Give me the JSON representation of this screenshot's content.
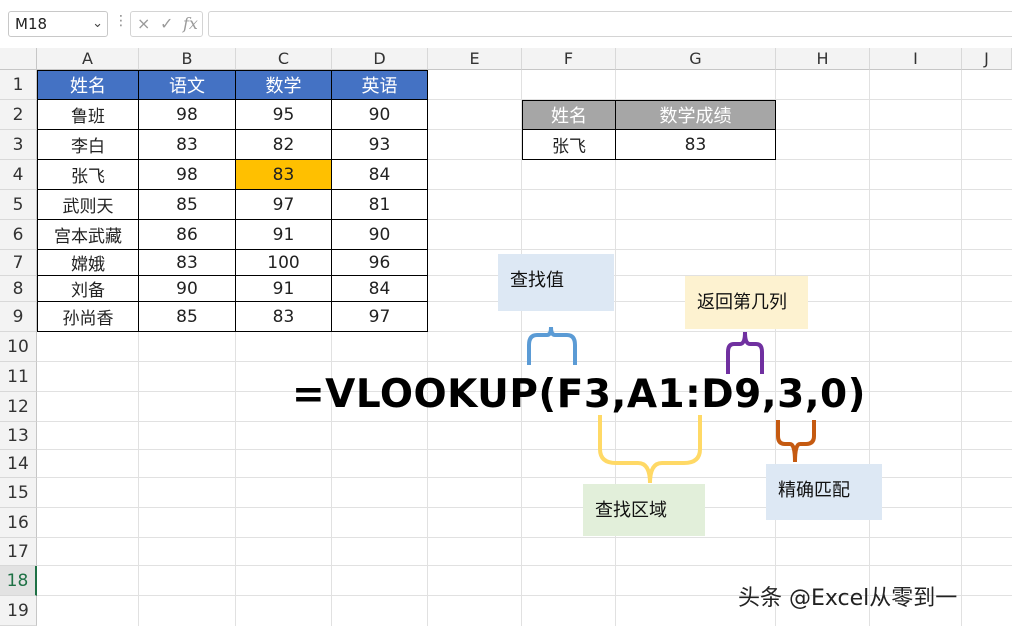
{
  "formula_bar": {
    "name_box": "M18",
    "formula_value": "",
    "cancel_icon": "×",
    "enter_icon": "✓",
    "fx_icon": "fx"
  },
  "columns": [
    "A",
    "B",
    "C",
    "D",
    "E",
    "F",
    "G",
    "H",
    "I",
    "J"
  ],
  "rows": [
    "1",
    "2",
    "3",
    "4",
    "5",
    "6",
    "7",
    "8",
    "9",
    "10",
    "11",
    "12",
    "13",
    "14",
    "15",
    "16",
    "17",
    "18",
    "19"
  ],
  "selected_row": "18",
  "table1": {
    "headers": [
      "姓名",
      "语文",
      "数学",
      "英语"
    ],
    "rows": [
      [
        "鲁班",
        "98",
        "95",
        "90"
      ],
      [
        "李白",
        "83",
        "82",
        "93"
      ],
      [
        "张飞",
        "98",
        "83",
        "84"
      ],
      [
        "武则天",
        "85",
        "97",
        "81"
      ],
      [
        "宫本武藏",
        "86",
        "91",
        "90"
      ],
      [
        "嫦娥",
        "83",
        "100",
        "96"
      ],
      [
        "刘备",
        "90",
        "91",
        "84"
      ],
      [
        "孙尚香",
        "85",
        "83",
        "97"
      ]
    ],
    "highlight_color": "#ffc000",
    "header_color": "#4472c4"
  },
  "table2": {
    "headers": [
      "姓名",
      "数学成绩"
    ],
    "row": [
      "张飞",
      "83"
    ],
    "header_color": "#a6a6a6"
  },
  "formula_text": "=VLOOKUP(F3,A1:D9,3,0)",
  "annotations": {
    "lookup_value": "查找值",
    "column_index": "返回第几列",
    "lookup_range": "查找区域",
    "exact_match": "精确匹配"
  },
  "watermark": "头条 @Excel从零到一"
}
